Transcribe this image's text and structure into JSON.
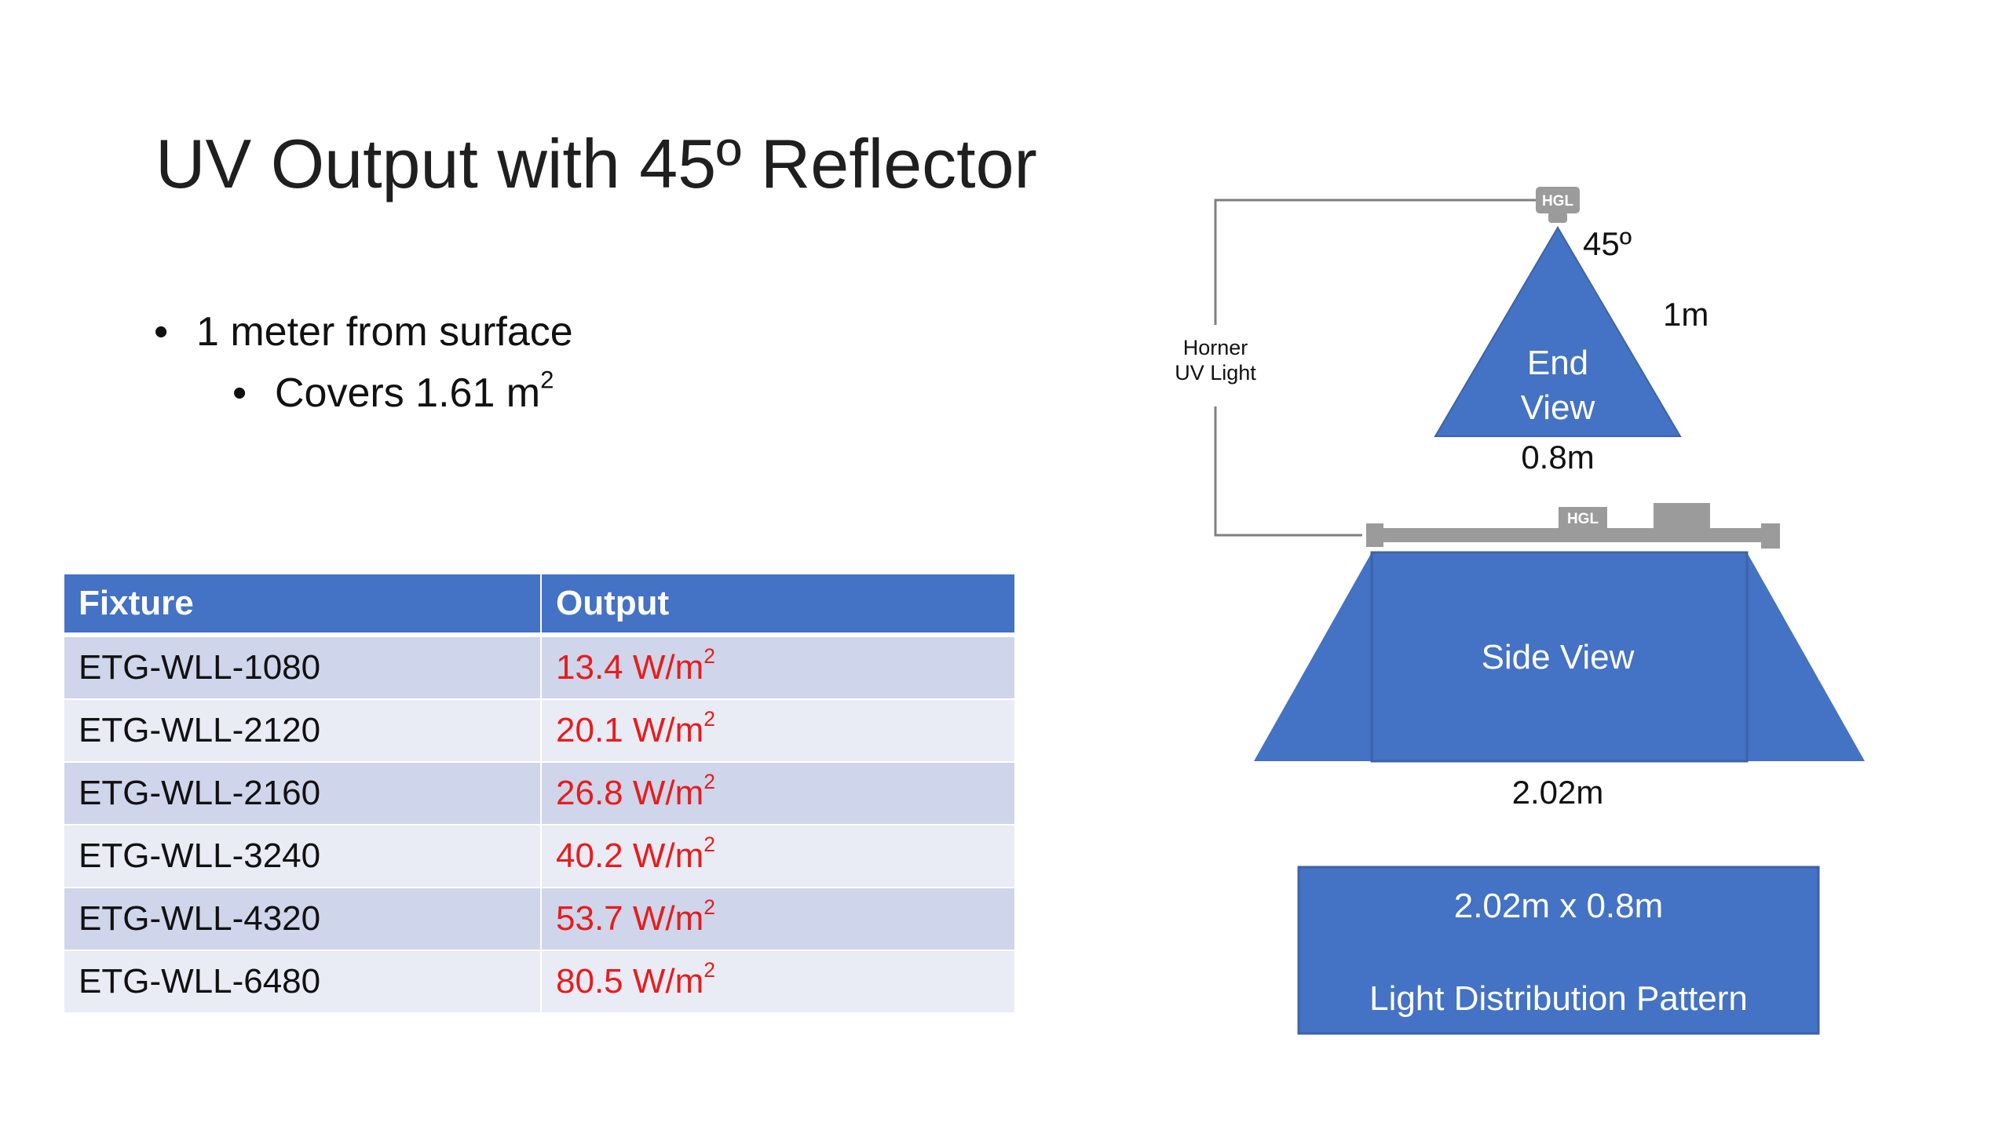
{
  "slide": {
    "title": "UV Output with 45º Reflector",
    "bullets": {
      "level1": {
        "glyph": "•",
        "text": "1 meter from surface"
      },
      "level2": {
        "glyph": "•",
        "text": "Covers 1.61 m",
        "superscript": "2"
      }
    }
  },
  "table": {
    "headers": [
      "Fixture",
      "Output"
    ],
    "rows": [
      {
        "fixture": "ETG-WLL-1080",
        "output": "13.4 W/m",
        "sup": "2"
      },
      {
        "fixture": "ETG-WLL-2120",
        "output": "20.1 W/m",
        "sup": "2"
      },
      {
        "fixture": "ETG-WLL-2160",
        "output": "26.8 W/m",
        "sup": "2"
      },
      {
        "fixture": "ETG-WLL-3240",
        "output": "40.2 W/m",
        "sup": "2"
      },
      {
        "fixture": "ETG-WLL-4320",
        "output": "53.7 W/m",
        "sup": "2"
      },
      {
        "fixture": "ETG-WLL-6480",
        "output": "80.5 W/m",
        "sup": "2"
      }
    ]
  },
  "diagram": {
    "fixture_badge": "HGL",
    "callout_line1": "Horner",
    "callout_line2": "UV Light",
    "angle_label": "45º",
    "end_view": {
      "line1": "End",
      "line2": "View",
      "height_label": "1m",
      "width_label": "0.8m"
    },
    "side_view": {
      "label": "Side View",
      "width_label": "2.02m"
    },
    "pattern": {
      "dimensions": "2.02m x 0.8m",
      "label": "Light Distribution Pattern"
    },
    "colors": {
      "blue": "#4472c4",
      "fixture_gray": "#9b9b9b",
      "line_gray": "#7f7f7f",
      "accent_red": "#e81c1c"
    }
  }
}
